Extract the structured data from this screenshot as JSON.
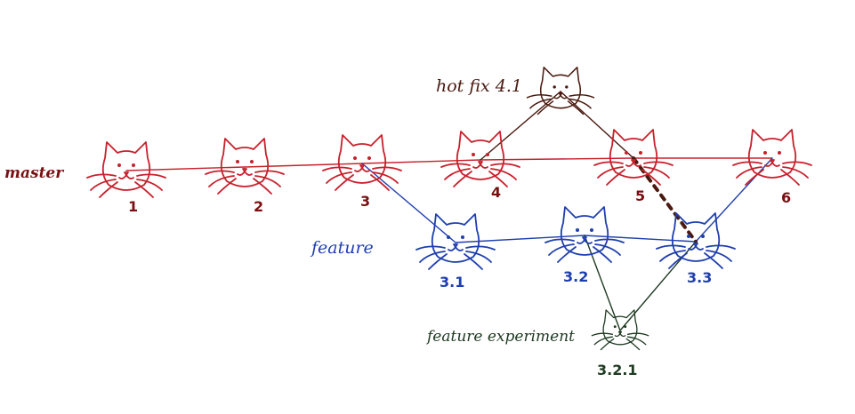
{
  "colors": {
    "master": "#c8202c",
    "feature": "#1f3fae",
    "hotfix": "#4a1a10",
    "experiment": "#1f3a22",
    "background": "#ffffff"
  },
  "branches": {
    "master": {
      "label": "master",
      "commits": [
        {
          "id": "m1",
          "label": "1"
        },
        {
          "id": "m2",
          "label": "2"
        },
        {
          "id": "m3",
          "label": "3"
        },
        {
          "id": "m4",
          "label": "4"
        },
        {
          "id": "m5",
          "label": "5"
        },
        {
          "id": "m6",
          "label": "6"
        }
      ]
    },
    "hotfix": {
      "label": "hot fix 4.1",
      "commits": [
        {
          "id": "h1",
          "label": ""
        }
      ]
    },
    "feature": {
      "label": "feature",
      "commits": [
        {
          "id": "f1",
          "label": "3.1"
        },
        {
          "id": "f2",
          "label": "3.2"
        },
        {
          "id": "f3",
          "label": "3.3"
        }
      ]
    },
    "experiment": {
      "label": "feature experiment",
      "commits": [
        {
          "id": "e1",
          "label": "3.2.1"
        }
      ]
    }
  },
  "edges": [
    {
      "from": "m1",
      "to": "m2",
      "color": "master"
    },
    {
      "from": "m2",
      "to": "m3",
      "color": "master"
    },
    {
      "from": "m3",
      "to": "m4",
      "color": "master"
    },
    {
      "from": "m4",
      "to": "m5",
      "color": "master"
    },
    {
      "from": "m5",
      "to": "m6",
      "color": "master"
    },
    {
      "from": "m4",
      "to": "h1",
      "color": "hotfix"
    },
    {
      "from": "h1",
      "to": "m5",
      "color": "hotfix"
    },
    {
      "from": "m3",
      "to": "f1",
      "color": "feature"
    },
    {
      "from": "f1",
      "to": "f2",
      "color": "feature"
    },
    {
      "from": "f2",
      "to": "f3",
      "color": "feature"
    },
    {
      "from": "f3",
      "to": "m6",
      "color": "feature"
    },
    {
      "from": "m5",
      "to": "f3",
      "color": "hotfix",
      "style": "dotted"
    },
    {
      "from": "f2",
      "to": "e1",
      "color": "experiment"
    },
    {
      "from": "e1",
      "to": "f3",
      "color": "experiment"
    }
  ]
}
